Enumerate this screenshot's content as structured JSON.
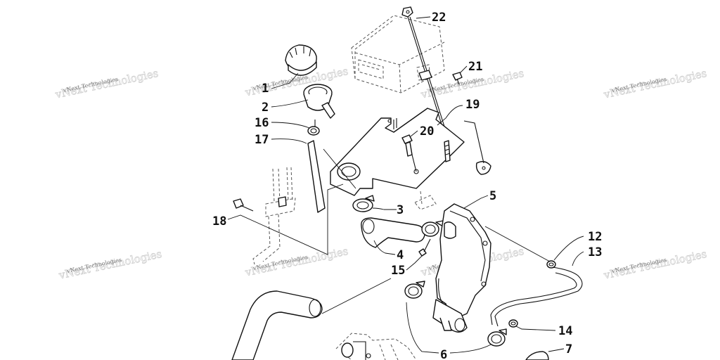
{
  "watermark": {
    "text": "vNext Technologies"
  },
  "callouts": [
    {
      "label": "1"
    },
    {
      "label": "2"
    },
    {
      "label": "3"
    },
    {
      "label": "4"
    },
    {
      "label": "5"
    },
    {
      "label": "6"
    },
    {
      "label": "7"
    },
    {
      "label": "12"
    },
    {
      "label": "13"
    },
    {
      "label": "14"
    },
    {
      "label": "15"
    },
    {
      "label": "16"
    },
    {
      "label": "17"
    },
    {
      "label": "18"
    },
    {
      "label": "19"
    },
    {
      "label": "20"
    },
    {
      "label": "21"
    },
    {
      "label": "22"
    }
  ]
}
